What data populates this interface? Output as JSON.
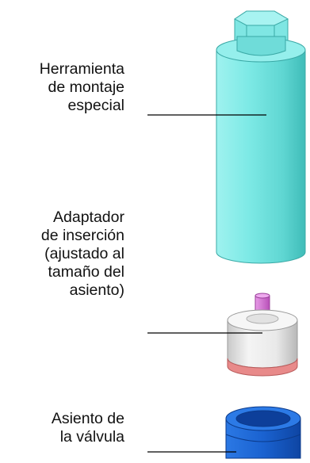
{
  "labels": {
    "tool": [
      "Herramienta",
      "de montaje",
      "especial"
    ],
    "adapter": [
      "Adaptador",
      "de inserción",
      "(ajustado al",
      "tamaño del",
      "asiento)"
    ],
    "seat": [
      "Asiento de",
      "la válvula"
    ]
  },
  "colors": {
    "tool": "#6fe3e0",
    "adapter_body": "#e8e8e8",
    "adapter_pin": "#d66fd6",
    "adapter_band": "#e88a8a",
    "seat": "#1a5fc8",
    "leader_line": "#000000"
  }
}
